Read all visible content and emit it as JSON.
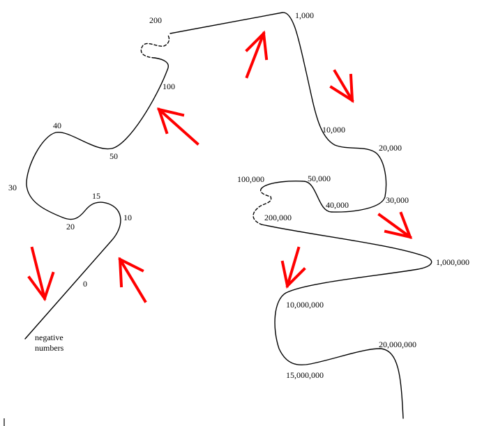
{
  "labels": {
    "neg1": "negative",
    "neg2": "numbers",
    "n0": "0",
    "n10": "10",
    "n15": "15",
    "n20": "20",
    "n30": "30",
    "n40": "40",
    "n50": "50",
    "n100": "100",
    "n200": "200",
    "n1000": "1,000",
    "n10000": "10,000",
    "n20000": "20,000",
    "n30000": "30,000",
    "n40000": "40,000",
    "n50000": "50,000",
    "n100000": "100,000",
    "n200000": "200,000",
    "n1000000": "1,000,000",
    "n10000000": "10,000,000",
    "n15000000": "15,000,000",
    "n20000000": "20,000,000"
  },
  "colors": {
    "curve": "#000000",
    "arrow": "#ff0000",
    "background": "#ffffff"
  }
}
